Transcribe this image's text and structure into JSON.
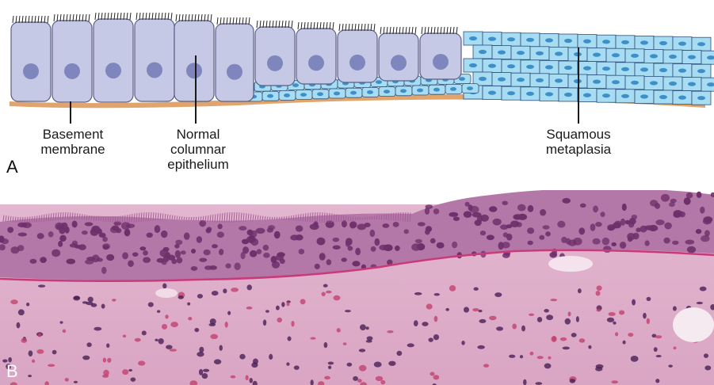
{
  "panel_a": {
    "letter": "A",
    "labels": {
      "basement": "Basement\nmembrane",
      "columnar": "Normal\ncolumnar\nepithelium",
      "squamous": "Squamous\nmetaplasia"
    }
  },
  "panel_b": {
    "letter": "B"
  },
  "colors": {
    "columnar_cell": "#c6c9e6",
    "columnar_outline": "#5b5e85",
    "nucleus": "#7e86bd",
    "squamous_cell": "#a7dcf2",
    "squamous_outline": "#2d4f7a",
    "squamous_nucleus": "#3d8fc9",
    "basement": "#e0a46d",
    "stain_pink": "#e7bcd3",
    "stain_purple": "#6e2f6a"
  }
}
